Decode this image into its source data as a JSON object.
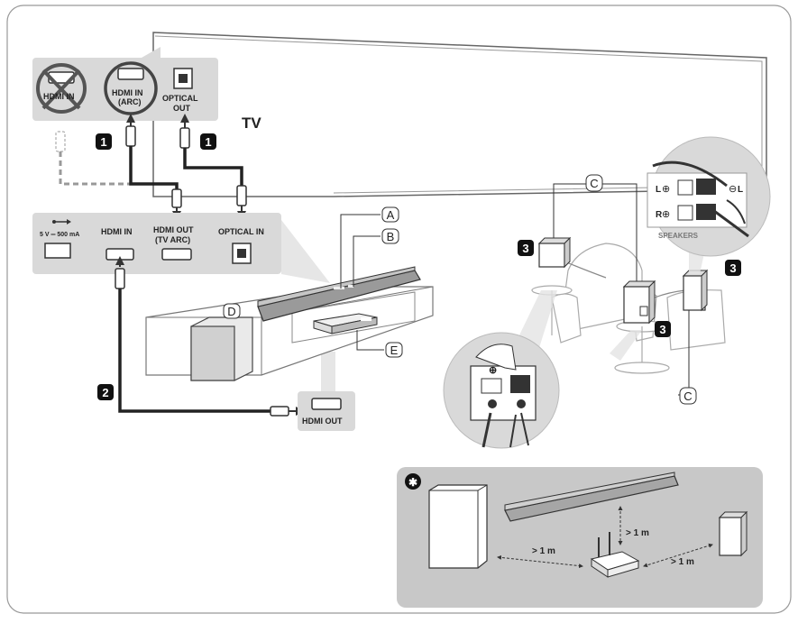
{
  "tv": {
    "label": "TV"
  },
  "tv_panel": {
    "hdmi_in": "HDMI IN",
    "hdmi_arc_line1": "HDMI IN",
    "hdmi_arc_line2": "(ARC)",
    "optical_line1": "OPTICAL",
    "optical_line2": "OUT"
  },
  "soundbar_panel": {
    "usb": "5 V ═ 500 mA",
    "hdmi_in": "HDMI IN",
    "hdmi_out_line1": "HDMI OUT",
    "hdmi_out_line2": "(TV ARC)",
    "optical_in": "OPTICAL IN"
  },
  "device": {
    "hdmi_out": "HDMI OUT"
  },
  "steps": {
    "one": "1",
    "two": "2",
    "three": "3",
    "note": "✱"
  },
  "callouts": {
    "a": "A",
    "b": "B",
    "c": "C",
    "d": "D",
    "e": "E"
  },
  "speaker_terminal": {
    "left": "L",
    "right": "R",
    "label": "SPEAKERS",
    "plus": "⊕",
    "minus": "⊖"
  },
  "placement": {
    "distance": "> 1 m"
  },
  "colors": {
    "panel": "#d9d9d9",
    "line": "#333333",
    "inset": "#c8c8c8",
    "badge": "#111111"
  }
}
